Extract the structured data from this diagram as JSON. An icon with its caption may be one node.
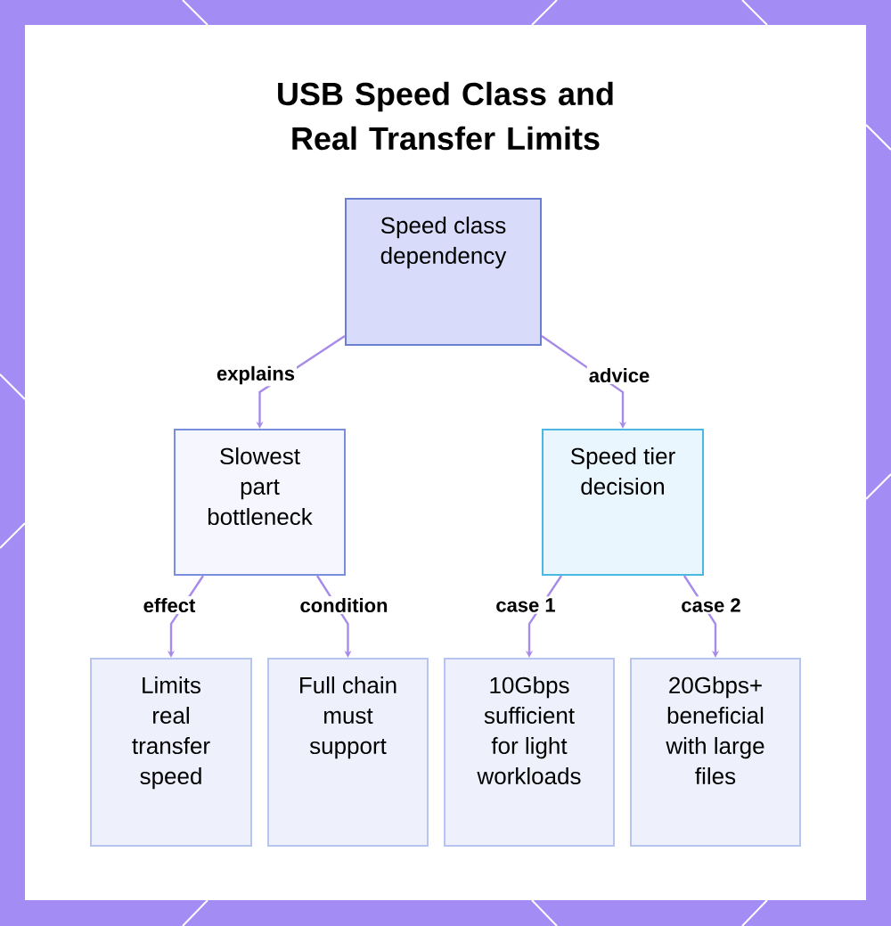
{
  "diagram": {
    "title": "USB Speed Class and Real Transfer Limits",
    "nodes": [
      {
        "text": [
          "Speed class dependency"
        ]
      },
      {
        "text": [
          "Slowest part bottleneck"
        ]
      },
      {
        "text": [
          "Speed tier decision"
        ]
      },
      {
        "text": [
          "Limits real transfer speed"
        ]
      },
      {
        "text": [
          "Full chain must support"
        ]
      },
      {
        "text": [
          "10Gbps sufficient for light workloads"
        ]
      },
      {
        "text": [
          "20Gbps+ beneficial with large files"
        ]
      }
    ],
    "edges": [
      {
        "from": 0,
        "to": 1,
        "arrow": "to",
        "label": "explains"
      },
      {
        "from": 0,
        "to": 2,
        "arrow": "to",
        "label": "advice"
      },
      {
        "from": 1,
        "to": 3,
        "arrow": "to",
        "label": "effect"
      },
      {
        "from": 1,
        "to": 4,
        "arrow": "to",
        "label": "condition"
      },
      {
        "from": 2,
        "to": 5,
        "arrow": "to",
        "label": "case 1"
      },
      {
        "from": 2,
        "to": 6,
        "arrow": "to",
        "label": "case 2"
      }
    ]
  }
}
